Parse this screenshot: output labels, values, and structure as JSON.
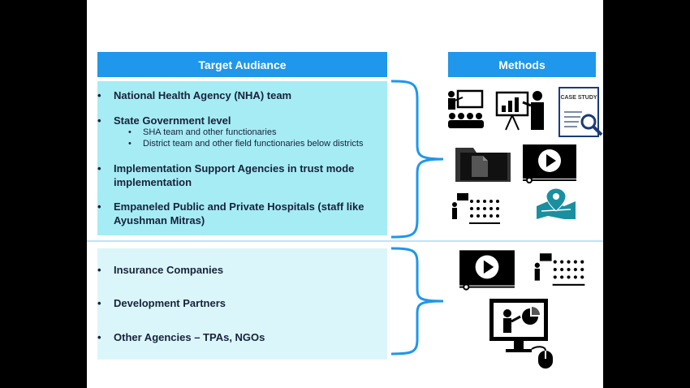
{
  "headers": {
    "target": "Target Audiance",
    "methods": "Methods"
  },
  "bullet": "•",
  "sub_bullet": "•",
  "group1": {
    "items": [
      {
        "text": "National Health Agency (NHA) team"
      },
      {
        "text": "State Government level",
        "sub": [
          "SHA team and other functionaries",
          "District team and other field functionaries below districts"
        ]
      },
      {
        "text": "Implementation Support Agencies in trust mode implementation"
      },
      {
        "text": "Empaneled Public and Private Hospitals (staff like Ayushman Mitras)"
      }
    ]
  },
  "group2": {
    "items": [
      {
        "text": "Insurance Companies"
      },
      {
        "text": "Development Partners"
      },
      {
        "text": "Other Agencies – TPAs, NGOs"
      }
    ]
  },
  "icons": {
    "case_study_label": "CASE STUDY",
    "group1": [
      "classroom-training-icon",
      "presentation-icon",
      "case-study-icon",
      "folder-icon",
      "video-icon",
      "audience-speaker-icon",
      "map-location-icon"
    ],
    "group2": [
      "video-icon",
      "audience-speaker-icon",
      "computer-presentation-icon"
    ]
  },
  "colors": {
    "header": "#1f97ea",
    "panel1": "#a6ecf5",
    "panel2": "#dbf6fa",
    "brace": "#1f97ea",
    "text": "#17223b"
  }
}
